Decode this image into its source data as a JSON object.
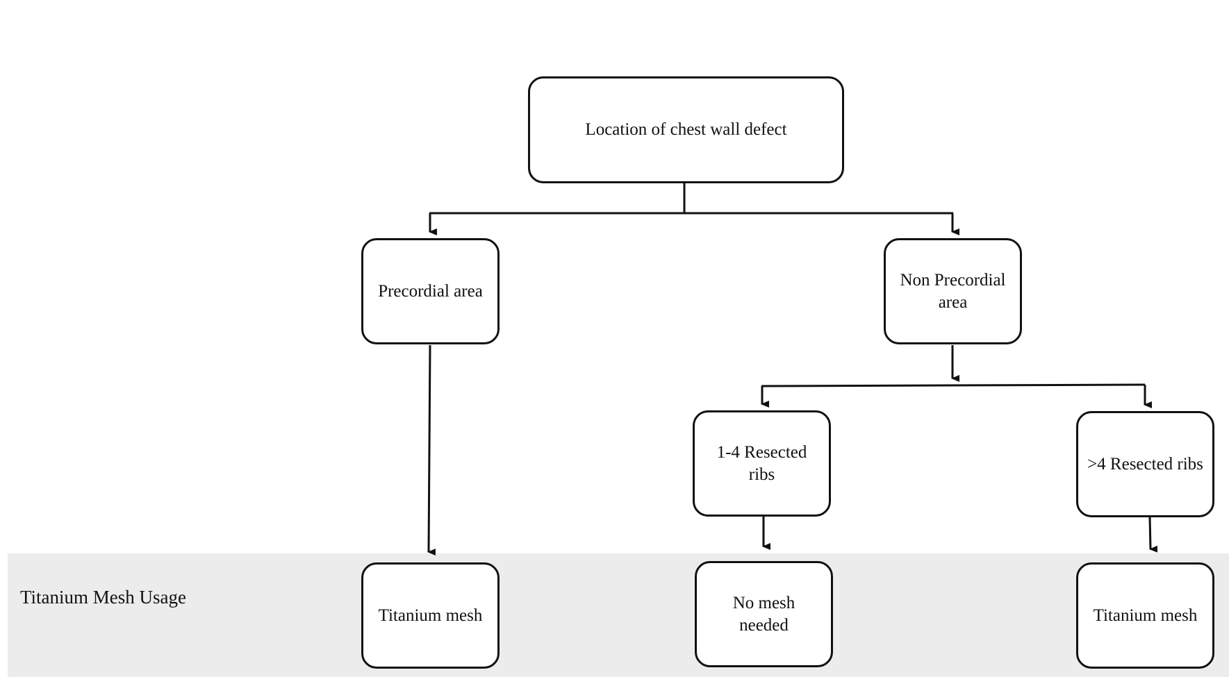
{
  "diagram": {
    "root": {
      "label": "Location of chest wall defect"
    },
    "branch_left": {
      "label": "Precordial area"
    },
    "branch_right": {
      "label": "Non Precordial area"
    },
    "ribs_few": {
      "label": "1-4 Resected ribs"
    },
    "ribs_many": {
      "label": ">4 Resected ribs"
    },
    "outcome_left": {
      "label": "Titanium mesh"
    },
    "outcome_middle": {
      "label": "No mesh needed"
    },
    "outcome_right": {
      "label": "Titanium mesh"
    }
  },
  "band": {
    "label": "Titanium Mesh Usage",
    "color": "#ececec"
  },
  "colors": {
    "stroke": "#111111",
    "node_fill": "#ffffff"
  }
}
